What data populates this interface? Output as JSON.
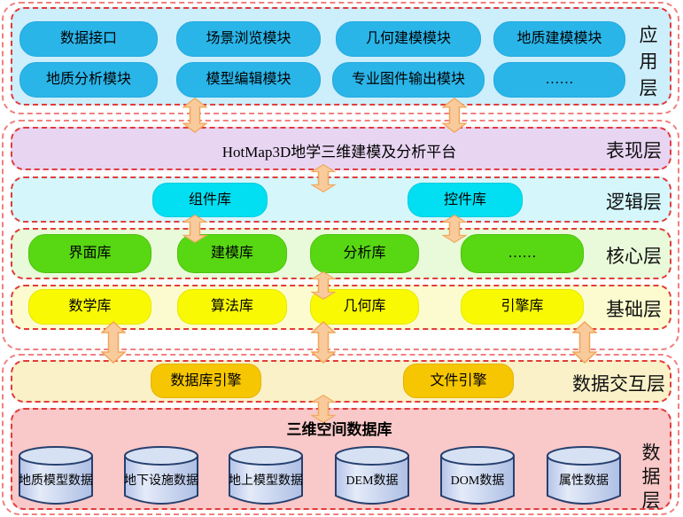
{
  "application_layer": {
    "label": "应用层",
    "modules_row1": [
      "数据接口",
      "场景浏览模块",
      "几何建模模块",
      "地质建模模块"
    ],
    "modules_row2": [
      "地质分析模块",
      "模型编辑模块",
      "专业图件输出模块",
      "……"
    ]
  },
  "presentation_layer": {
    "label": "表现层",
    "title": "HotMap3D地学三维建模及分析平台"
  },
  "logic_layer": {
    "label": "逻辑层",
    "modules": [
      "组件库",
      "控件库"
    ]
  },
  "core_layer": {
    "label": "核心层",
    "modules": [
      "界面库",
      "建模库",
      "分析库",
      "……"
    ]
  },
  "foundation_layer": {
    "label": "基础层",
    "modules": [
      "数学库",
      "算法库",
      "几何库",
      "引擎库"
    ]
  },
  "interaction_layer": {
    "label": "数据交互层",
    "modules": [
      "数据库引擎",
      "文件引擎"
    ]
  },
  "data_layer": {
    "label": "数据层",
    "title": "三维空间数据库",
    "databases": [
      "地质模型数据",
      "地下设施数据",
      "地上模型数据",
      "DEM数据",
      "DOM数据",
      "属性数据"
    ]
  },
  "colors": {
    "app_node": "#2ab5e9",
    "app_bg": "#cdeefb",
    "presentation_bg": "#e8d5f2",
    "logic_node": "#02dff2",
    "logic_bg": "#d5f7fc",
    "core_node": "#58d713",
    "core_bg": "#e9fada",
    "foundation_node": "#f9f903",
    "foundation_bg": "#fbfbcf",
    "interaction_node": "#f6c602",
    "interaction_bg": "#faf1c8",
    "data_bg": "#f9c8c8",
    "cylinder": "#c2cfee",
    "layer_border": "#e23c3c",
    "group_border": "#f18080",
    "arrow": "#f9cb9c"
  }
}
